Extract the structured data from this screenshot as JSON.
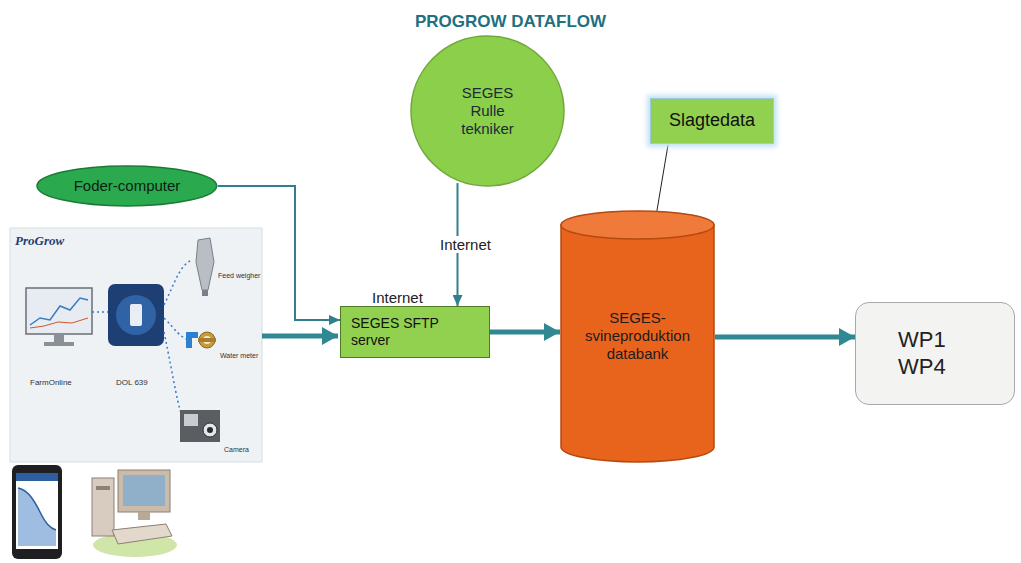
{
  "diagram": {
    "title": "PROGROW DATAFLOW",
    "nodes": [
      {
        "text": [
          "SEGES Rulle tekniker"
        ]
      },
      {
        "text": [
          "Slagtedata"
        ]
      },
      {
        "text": [
          "Foder-computer"
        ]
      },
      {
        "text": [
          "SEGES SFTP server"
        ]
      },
      {
        "text": [
          "SEGES- svineproduktion databank"
        ]
      },
      {
        "text": [
          "WP1 WP4"
        ]
      }
    ],
    "edges": [
      {
        "from": 2,
        "to": 3,
        "arrow": "to"
      },
      {
        "from": 0,
        "to": 3,
        "label": "Internet",
        "arrow": "to"
      },
      {
        "from": 3,
        "to": 4,
        "arrow": "to"
      },
      {
        "from": 1,
        "to": 4,
        "arrow": "to"
      },
      {
        "from": 4,
        "to": 5,
        "arrow": "to"
      }
    ],
    "labels": [
      "Internet",
      "ProGrow",
      "FarmOnline",
      "DOL 639",
      "Feed weigher",
      "Water meter",
      "Camera"
    ]
  }
}
